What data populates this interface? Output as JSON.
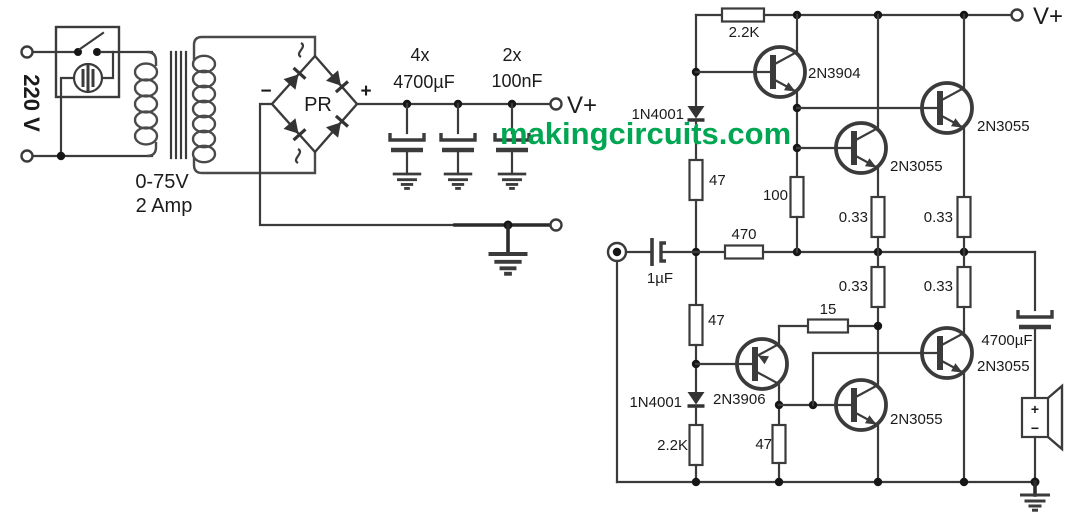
{
  "watermark": {
    "text": "makingcircuits.com",
    "color": "#00a651"
  },
  "supply": {
    "mains_voltage": "220 V",
    "transformer_rating_voltage": "0-75V",
    "transformer_rating_current": "2 Amp",
    "bridge": {
      "label": "PR",
      "minus": "−",
      "plus": "+"
    },
    "filter_caps": {
      "qty": "4x",
      "value": "4700µF"
    },
    "decoupling_caps": {
      "qty": "2x",
      "value": "100nF"
    },
    "vplus": "V+"
  },
  "amp": {
    "vplus": "V+",
    "r1": "2.2K",
    "d1": "1N4001",
    "r2": "47",
    "q1": "2N3904",
    "r3": "100",
    "q2": "2N3055",
    "q3": "2N3055",
    "re1": "0.33",
    "re2": "0.33",
    "re3": "0.33",
    "re4": "0.33",
    "r4": "470",
    "cin": "1µF",
    "r5": "47",
    "r6": "15",
    "q5": "2N3906",
    "d2": "1N4001",
    "r7": "2.2K",
    "r8": "47",
    "q4": "2N3055",
    "q6": "2N3055",
    "cout": "4700µF",
    "speaker": {
      "plus": "+",
      "minus": "−"
    }
  }
}
